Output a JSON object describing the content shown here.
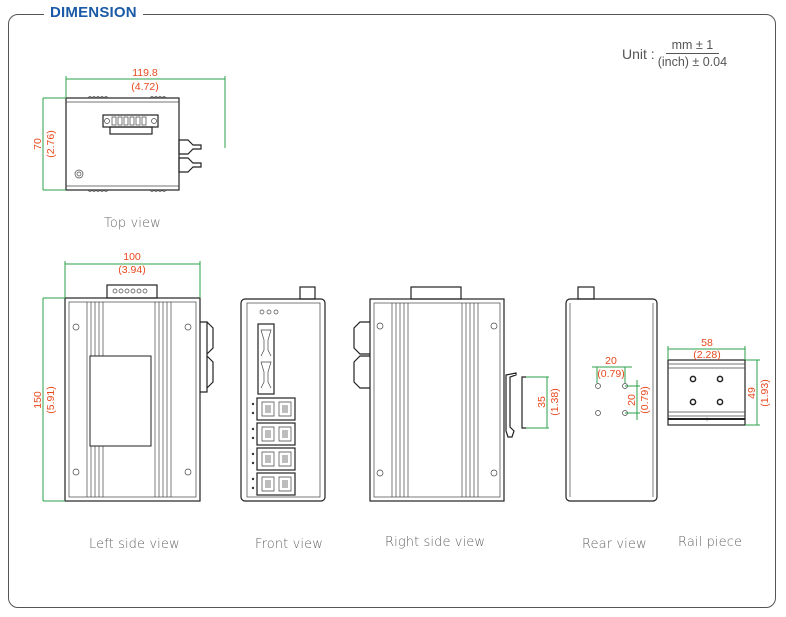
{
  "section_title": "DIMENSION",
  "unit": {
    "label": "Unit :",
    "numerator": "mm ± 1",
    "denominator": "(inch) ± 0.04"
  },
  "colors": {
    "title": "#1a5aa6",
    "dimension_text": "#e8491d",
    "dimension_line": "#2aa04a",
    "outline": "#222222"
  },
  "views": {
    "top": {
      "caption": "Top view",
      "width_mm": "119.8",
      "width_in": "(4.72)",
      "height_mm": "70",
      "height_in": "(2.76)"
    },
    "left_side": {
      "caption": "Left side view",
      "width_mm": "100",
      "width_in": "(3.94)",
      "height_mm": "150",
      "height_in": "(5.91)"
    },
    "front": {
      "caption": "Front view",
      "led_count": 3,
      "fiber_ports": 2,
      "rj45_ports": 8
    },
    "right_side": {
      "caption": "Right side view",
      "rail_mm": "35",
      "rail_in": "(1.38)"
    },
    "rear": {
      "caption": "Rear view",
      "hole_h_mm": "20",
      "hole_h_in": "(0.79)",
      "hole_v_mm": "20",
      "hole_v_in": "(0.79)"
    },
    "rail_piece": {
      "caption": "Rail piece",
      "width_mm": "58",
      "width_in": "(2.28)",
      "height_mm": "49",
      "height_in": "(1.93)"
    }
  }
}
